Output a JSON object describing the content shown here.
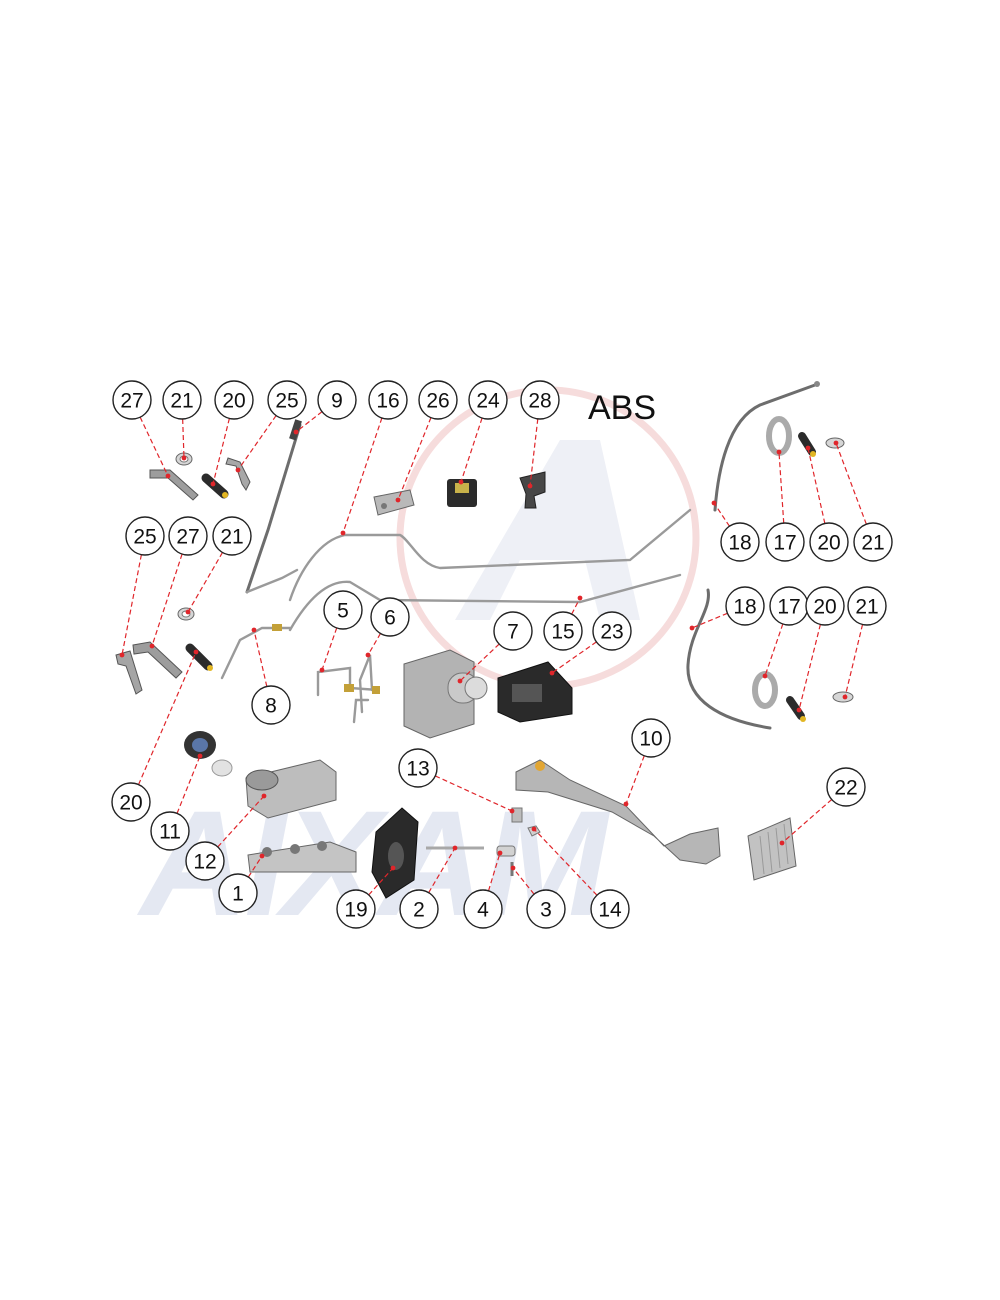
{
  "diagram": {
    "title": "ABS",
    "watermark": "AIXAM",
    "colors": {
      "leader": "#e0262b",
      "callout_stroke": "#222222",
      "watermark": "#e4e8f2",
      "part_metal": "#b9b9b9",
      "part_dark": "#2b2b2b"
    },
    "callouts": [
      {
        "label": "27"
      },
      {
        "label": "21"
      },
      {
        "label": "20"
      },
      {
        "label": "25"
      },
      {
        "label": "9"
      },
      {
        "label": "16"
      },
      {
        "label": "26"
      },
      {
        "label": "24"
      },
      {
        "label": "28"
      },
      {
        "label": "25"
      },
      {
        "label": "27"
      },
      {
        "label": "21"
      },
      {
        "label": "5"
      },
      {
        "label": "6"
      },
      {
        "label": "7"
      },
      {
        "label": "15"
      },
      {
        "label": "23"
      },
      {
        "label": "8"
      },
      {
        "label": "18"
      },
      {
        "label": "17"
      },
      {
        "label": "20"
      },
      {
        "label": "21"
      },
      {
        "label": "18"
      },
      {
        "label": "17"
      },
      {
        "label": "20"
      },
      {
        "label": "21"
      },
      {
        "label": "10"
      },
      {
        "label": "13"
      },
      {
        "label": "22"
      },
      {
        "label": "20"
      },
      {
        "label": "11"
      },
      {
        "label": "12"
      },
      {
        "label": "1"
      },
      {
        "label": "19"
      },
      {
        "label": "2"
      },
      {
        "label": "4"
      },
      {
        "label": "3"
      },
      {
        "label": "14"
      }
    ]
  }
}
